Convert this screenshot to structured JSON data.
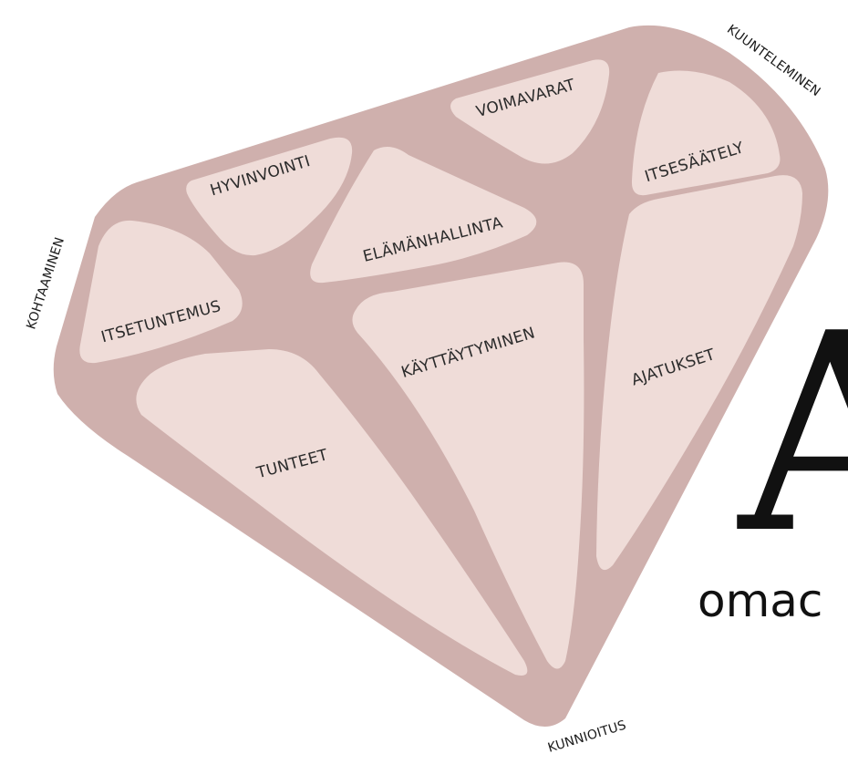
{
  "colors": {
    "gem_body": "#cfb0ad",
    "facet": "#efdcd8",
    "text": "#2b2b2b"
  },
  "facets": {
    "itsetuntemus": "ITSETUNTEMUS",
    "hyvinvointi": "HYVINVOINTI",
    "elamanhallinta": "ELÄMÄNHALLINTA",
    "voimavarat": "VOIMAVARAT",
    "itsesaately": "ITSESÄÄTELY",
    "tunteet": "TUNTEET",
    "kayttaytyminen": "KÄYTTÄYTYMINEN",
    "ajatukset": "AJATUKSET"
  },
  "edges": {
    "kohtaaminen": "KOHTAAMINEN",
    "kuunteleminen": "KUUNTELEMINEN",
    "kunnioitus": "KUNNIOITUS"
  },
  "logo": {
    "letter": "A",
    "partial_word": "omac"
  }
}
